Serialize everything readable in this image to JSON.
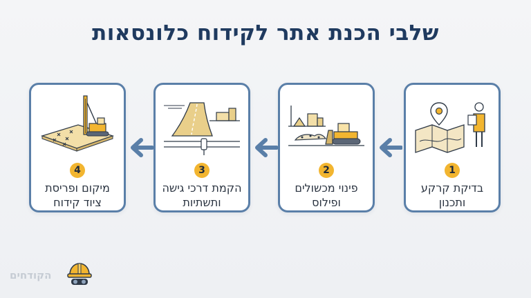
{
  "title": "שלבי הכנת אתר לקידוח כלונסאות",
  "steps": [
    {
      "number": "4",
      "label_line1": "מיקום ופריסת",
      "label_line2": "ציוד קידוח"
    },
    {
      "number": "3",
      "label_line1": "הקמת דרכי גישה",
      "label_line2": "ותשתיות"
    },
    {
      "number": "2",
      "label_line1": "פינוי מכשולים",
      "label_line2": "ופילוס"
    },
    {
      "number": "1",
      "label_line1": "בדיקת קרקע",
      "label_line2": "ותכנון"
    }
  ],
  "logo": {
    "text": "הקודחים"
  },
  "colors": {
    "accent": "#5a7fa8",
    "badge": "#f2b530",
    "title": "#1f3a5f",
    "sand": "#e9cf8a",
    "outline": "#2f3a48"
  },
  "icons": [
    "drilling-rig-icon",
    "access-road-icon",
    "bulldozer-icon",
    "survey-map-icon",
    "helmet-icon",
    "arrow-left-icon"
  ]
}
